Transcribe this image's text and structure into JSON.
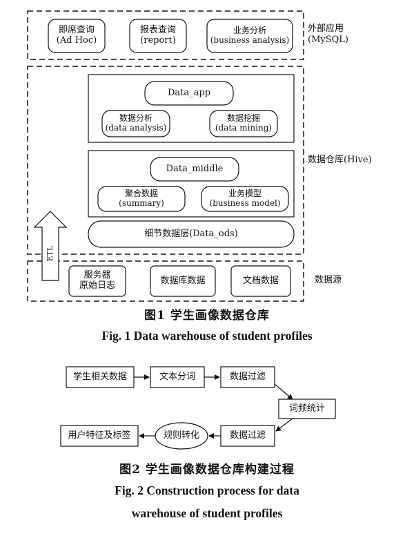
{
  "fig1": {
    "external_boxes": [
      {
        "zh": "即席查询",
        "en": "(Ad Hoc)"
      },
      {
        "zh": "报表查询",
        "en": "(report)"
      },
      {
        "zh": "业务分析",
        "en": "(business analysis)"
      }
    ],
    "external_label": {
      "zh": "外部应用",
      "en": "(MySQL)"
    },
    "app_layer": {
      "title": "Data_app",
      "boxes": [
        {
          "zh": "数据分析",
          "en": "(data analysis)"
        },
        {
          "zh": "数据挖掘",
          "en": "(data mining)"
        }
      ]
    },
    "middle_layer": {
      "title": "Data_middle",
      "boxes": [
        {
          "zh": "聚合数据",
          "en": "(summary)"
        },
        {
          "zh": "业务模型",
          "en": "(business model)"
        }
      ]
    },
    "ods_layer": "细节数据层(Data_ods)",
    "warehouse_label": "数据仓库(Hive)",
    "etl_label": "ETL",
    "source_boxes": [
      {
        "line1": "服务器",
        "line2": "原始日志"
      },
      {
        "line1": "数据库数据"
      },
      {
        "line1": "文档数据"
      }
    ],
    "source_label": "数据源",
    "caption_zh": "图1  学生画像数据仓库",
    "caption_en": "Fig. 1  Data warehouse of student profiles"
  },
  "fig2": {
    "nodes": [
      "学生相关数据",
      "文本分词",
      "数据过滤",
      "词频统计",
      "数据过滤",
      "规则转化",
      "用户特征及标签"
    ],
    "caption_zh": "图2  学生画像数据仓库构建过程",
    "caption_en_line1": "Fig. 2  Construction process for data",
    "caption_en_line2": "warehouse of student profiles"
  }
}
